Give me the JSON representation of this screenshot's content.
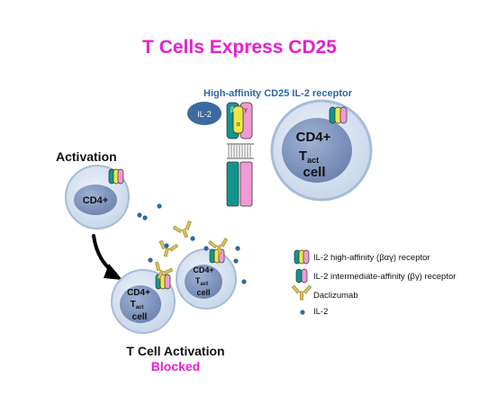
{
  "title": "T Cells Express CD25",
  "receptor_label": "High-affinity  CD25 IL-2 receptor",
  "activation_label": "Activation",
  "blocked": {
    "line1": "T Cell Activation",
    "line2": "Blocked"
  },
  "cells": {
    "resting": "CD4+",
    "large": {
      "line1": "CD4+",
      "line2": "T",
      "line2_sub": "act",
      "line3": "cell"
    },
    "small": {
      "line1": "CD4+",
      "line2": "T",
      "line2_sub": "act",
      "line3": "cell"
    }
  },
  "receptor_schematic": {
    "il2": "IL-2",
    "beta": "β",
    "gamma": "γ",
    "alpha": "α"
  },
  "legend": [
    {
      "icon": "high-affinity-receptor-icon",
      "text": "IL-2 high-affinity (βαγ) receptor"
    },
    {
      "icon": "intermediate-affinity-receptor-icon",
      "text": "IL-2 intermediate-affinity (βγ) receptor"
    },
    {
      "icon": "daclizumab-icon",
      "text": "Daclizumab"
    },
    {
      "icon": "il2-dot-icon",
      "text": "IL-2"
    }
  ],
  "colors": {
    "title": "#e61ed4",
    "receptor_label": "#2c68a6",
    "cell_fill": "#dfe8f4",
    "nucleus": "#8fa4c8",
    "teal": "#13958e",
    "pink": "#f19ad6",
    "yellow": "#efe842",
    "antibody": "#c9b45a",
    "il2_dot": "#2e6a9f"
  }
}
